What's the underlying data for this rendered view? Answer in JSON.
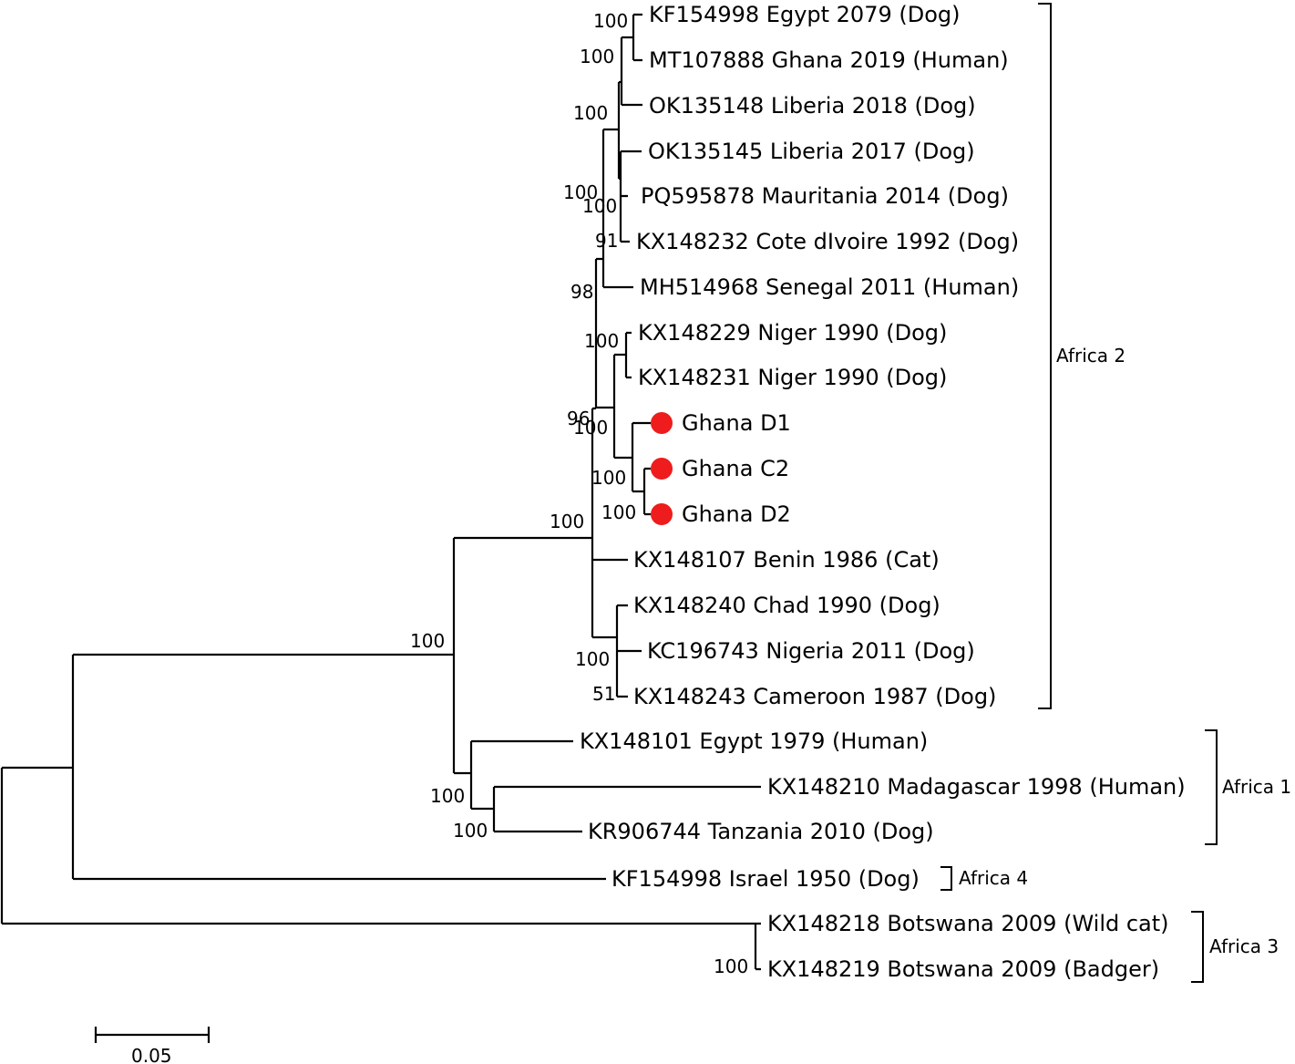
{
  "tree": {
    "leaves": [
      {
        "id": "l1",
        "label": "KF154998 Egypt 2079 (Dog)"
      },
      {
        "id": "l2",
        "label": "MT107888 Ghana 2019 (Human)"
      },
      {
        "id": "l3",
        "label": "OK135148 Liberia 2018 (Dog)"
      },
      {
        "id": "l4",
        "label": "OK135145 Liberia 2017 (Dog)"
      },
      {
        "id": "l5",
        "label": "PQ595878 Mauritania 2014 (Dog)"
      },
      {
        "id": "l6",
        "label": "KX148232 Cote dIvoire 1992 (Dog)"
      },
      {
        "id": "l7",
        "label": "MH514968 Senegal 2011 (Human)"
      },
      {
        "id": "l8",
        "label": "KX148229 Niger 1990 (Dog)"
      },
      {
        "id": "l9",
        "label": "KX148231 Niger 1990 (Dog)"
      },
      {
        "id": "l10",
        "label": "Ghana D1",
        "marker": "red-dot"
      },
      {
        "id": "l11",
        "label": "Ghana C2",
        "marker": "red-dot"
      },
      {
        "id": "l12",
        "label": "Ghana D2",
        "marker": "red-dot"
      },
      {
        "id": "l13",
        "label": "KX148107 Benin 1986 (Cat)"
      },
      {
        "id": "l14",
        "label": "KX148240 Chad 1990 (Dog)"
      },
      {
        "id": "l15",
        "label": "KC196743 Nigeria 2011 (Dog)"
      },
      {
        "id": "l16",
        "label": "KX148243 Cameroon 1987 (Dog)"
      },
      {
        "id": "l17",
        "label": "KX148101 Egypt 1979 (Human)"
      },
      {
        "id": "l18",
        "label": "KX148210 Madagascar 1998 (Human)"
      },
      {
        "id": "l19",
        "label": "KR906744 Tanzania 2010 (Dog)"
      },
      {
        "id": "l20",
        "label": "KF154998 Israel 1950 (Dog)"
      },
      {
        "id": "l21",
        "label": "KX148218 Botswana 2009 (Wild cat)"
      },
      {
        "id": "l22",
        "label": "KX148219 Botswana 2009 (Badger)"
      }
    ],
    "bootstrap": [
      {
        "id": "b1",
        "value": "100"
      },
      {
        "id": "b2",
        "value": "100"
      },
      {
        "id": "b3",
        "value": "100"
      },
      {
        "id": "b4",
        "value": "100"
      },
      {
        "id": "b5",
        "value": "100"
      },
      {
        "id": "b6",
        "value": "91"
      },
      {
        "id": "b7",
        "value": "98"
      },
      {
        "id": "b8",
        "value": "100"
      },
      {
        "id": "b9",
        "value": "96"
      },
      {
        "id": "b10",
        "value": "100"
      },
      {
        "id": "b11",
        "value": "100"
      },
      {
        "id": "b12",
        "value": "100"
      },
      {
        "id": "b13",
        "value": "100"
      },
      {
        "id": "b14",
        "value": "100"
      },
      {
        "id": "b15",
        "value": "51"
      },
      {
        "id": "b16",
        "value": "100"
      },
      {
        "id": "b17",
        "value": "100"
      },
      {
        "id": "b18",
        "value": "100"
      },
      {
        "id": "b19",
        "value": "100"
      }
    ],
    "clades": [
      {
        "id": "c1",
        "label": "Africa 2"
      },
      {
        "id": "c2",
        "label": "Africa 1"
      },
      {
        "id": "c3",
        "label": "Africa 4"
      },
      {
        "id": "c4",
        "label": "Africa 3"
      }
    ],
    "scale_bar": {
      "value": "0.05"
    },
    "marker_color": "#ee1c1c"
  }
}
